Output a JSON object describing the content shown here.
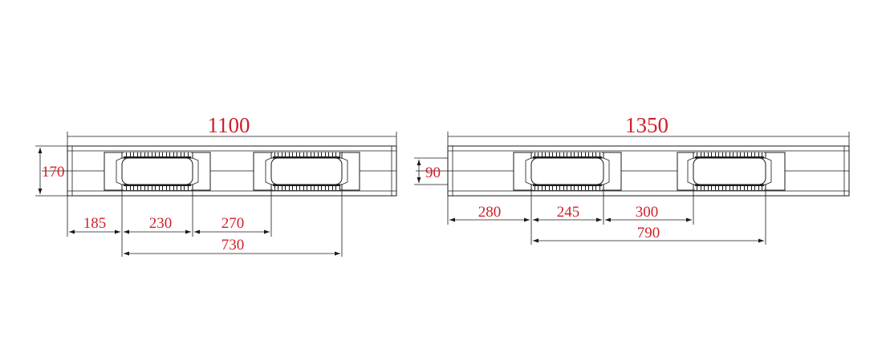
{
  "colors": {
    "text": "#d0202a",
    "lines": "#1a1a1a",
    "background": "#ffffff"
  },
  "left_pallet": {
    "overall_length": "1100",
    "height": "170",
    "dim_185": "185",
    "dim_230": "230",
    "dim_270": "270",
    "dim_730": "730"
  },
  "right_pallet": {
    "overall_length": "1350",
    "height": "90",
    "dim_280": "280",
    "dim_245": "245",
    "dim_300": "300",
    "dim_790": "790"
  }
}
